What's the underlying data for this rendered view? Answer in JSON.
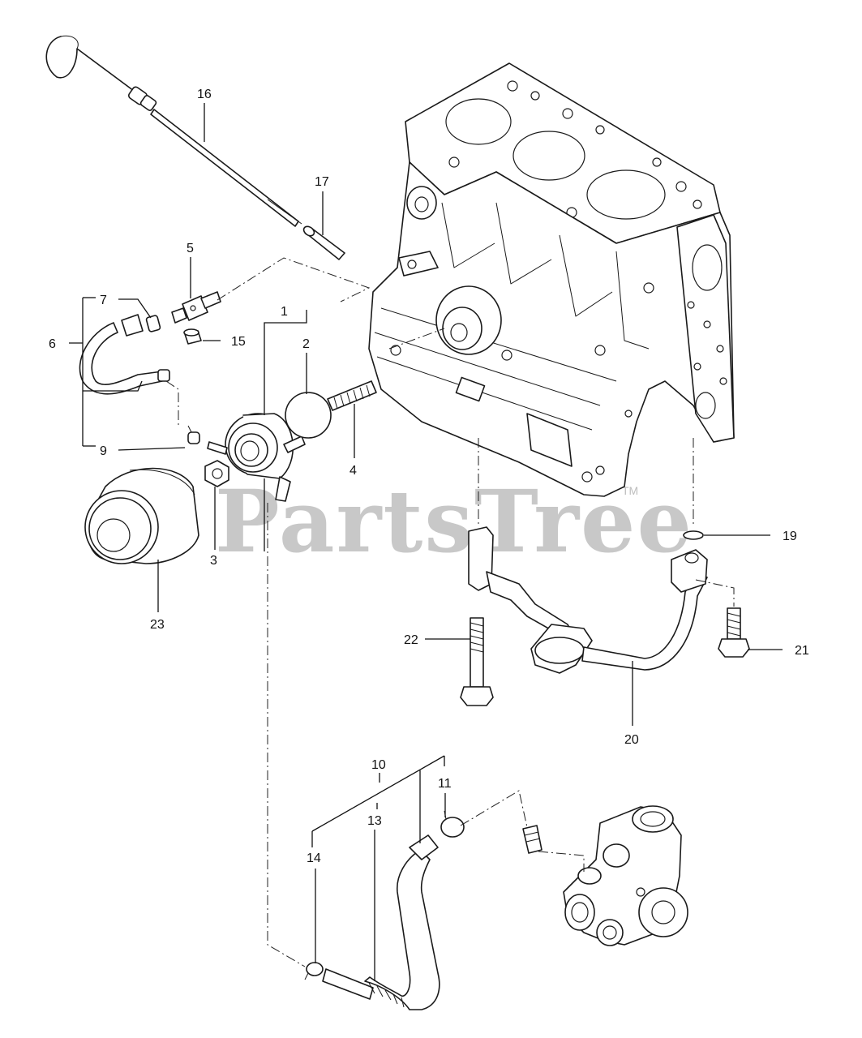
{
  "watermark": {
    "text": "PartsTree",
    "trademark": "TM"
  },
  "callouts": [
    {
      "id": "1",
      "label": "1",
      "part": "oil-cooler"
    },
    {
      "id": "2",
      "label": "2",
      "part": "cooler-gasket"
    },
    {
      "id": "3",
      "label": "3",
      "part": "cooler-nut"
    },
    {
      "id": "4",
      "label": "4",
      "part": "threaded-stud"
    },
    {
      "id": "5",
      "label": "5",
      "part": "hose-fitting"
    },
    {
      "id": "6",
      "label": "6",
      "part": "hose-assembly-upper"
    },
    {
      "id": "7",
      "label": "7",
      "part": "upper-clamp"
    },
    {
      "id": "9",
      "label": "9",
      "part": "lower-clamp"
    },
    {
      "id": "10",
      "label": "10",
      "part": "hose-assembly-lower"
    },
    {
      "id": "11",
      "label": "11",
      "part": "pump-clamp"
    },
    {
      "id": "13",
      "label": "13",
      "part": "coolant-hose"
    },
    {
      "id": "14",
      "label": "14",
      "part": "hose-clamp"
    },
    {
      "id": "15",
      "label": "15",
      "part": "plug"
    },
    {
      "id": "16",
      "label": "16",
      "part": "dipstick"
    },
    {
      "id": "17",
      "label": "17",
      "part": "dipstick-guide"
    },
    {
      "id": "19",
      "label": "19",
      "part": "o-ring"
    },
    {
      "id": "20",
      "label": "20",
      "part": "oil-strainer"
    },
    {
      "id": "21",
      "label": "21",
      "part": "flange-bolt-short"
    },
    {
      "id": "22",
      "label": "22",
      "part": "flange-bolt-long"
    },
    {
      "id": "23",
      "label": "23",
      "part": "oil-filter"
    }
  ],
  "colors": {
    "line": "#1a1a1a",
    "watermark": "#c8c8c8",
    "background": "#ffffff"
  }
}
